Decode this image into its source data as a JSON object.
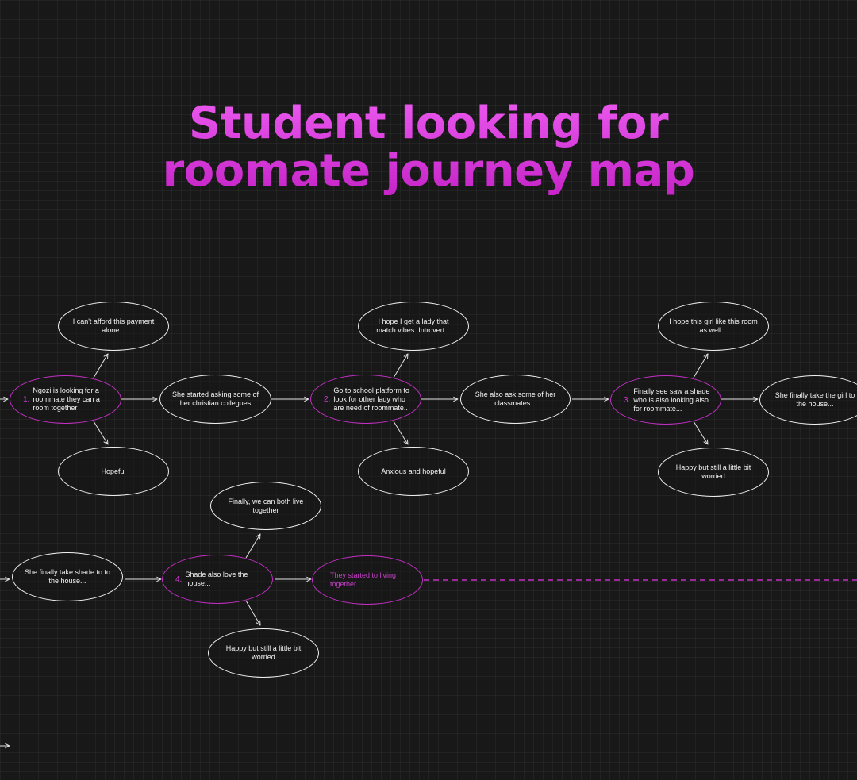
{
  "title": {
    "line1": "Student looking for",
    "line2": "roomate journey map"
  },
  "colors": {
    "accent": "#c22fc4",
    "title_gradient_top": "#ea58ee",
    "title_gradient_bottom": "#c624c8",
    "node_border": "#f2f2f2",
    "background": "#181818"
  },
  "nodes": {
    "cant_afford": "I can't afford this payment alone...",
    "hopeful": "Hopeful",
    "step1": {
      "number": "1.",
      "text": "Ngozi is looking for a roommate they can a room together"
    },
    "started_asking": "She started asking some of her christian collegues",
    "hope_lady": "I hope I get a lady that match vibes: Introvert...",
    "anxious": "Anxious and hopeful",
    "step2": {
      "number": "2.",
      "text": "Go to school platform to look for other lady who are need of roommate.."
    },
    "ask_classmates": "She also ask some of her classmates...",
    "hope_girl": "I hope this girl like this room as well...",
    "happy_worried_1": "Happy but still a little bit worried",
    "step3": {
      "number": "3.",
      "text": "Finally see saw a shade who is also looking also for roommate..."
    },
    "take_girl": "She finally take the girl to the house...",
    "take_shade": "She finally take shade to to the house...",
    "both_live": "Finally, we can both live together",
    "happy_worried_2": "Happy but still a little bit worried",
    "step4": {
      "number": "4.",
      "text": "Shade also love the house..."
    },
    "living_together": "They started to living together..."
  }
}
